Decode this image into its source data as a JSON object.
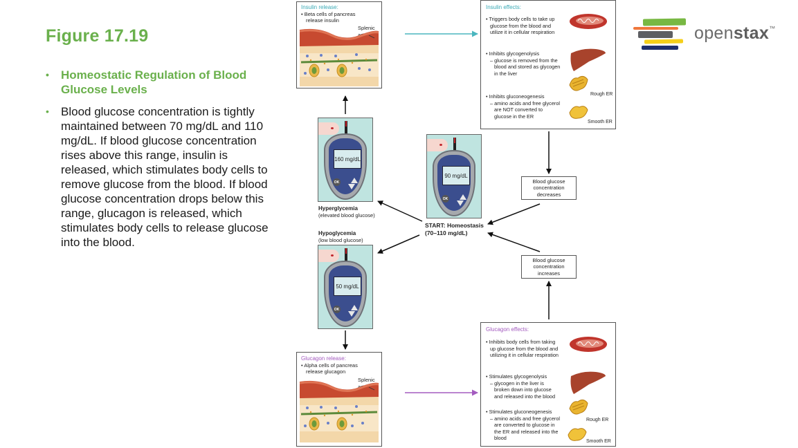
{
  "slide": {
    "title": "Figure 17.19",
    "bullets": [
      {
        "text": "Homeostatic Regulation of Blood Glucose Levels",
        "style": "heading"
      },
      {
        "text": "Blood glucose concentration is tightly maintained between 70 mg/dL and 110 mg/dL. If blood glucose concentration rises above this range, insulin is released, which stimulates body cells to remove glucose from the blood. If blood glucose concentration drops below this range, glucagon is released, which stimulates body cells to release glucose into the blood.",
        "style": "body"
      }
    ],
    "bullet_glyph": "•"
  },
  "logo": {
    "text_light": "open",
    "text_bold": "stax",
    "trademark": "™",
    "bar_colors": [
      "#78b843",
      "#f0773c",
      "#5e5f63",
      "#f5cf1a",
      "#1f2f6d"
    ]
  },
  "colors": {
    "accent_green": "#6ab04c",
    "insulin_cyan": "#3aa9b5",
    "glucagon_purple": "#a35bbf"
  },
  "diagram": {
    "insulin_release": {
      "title": "Insulin release:",
      "lines": [
        "• Beta cells of pancreas",
        "release insulin"
      ],
      "artery_label": "Splenic artery"
    },
    "insulin_effects": {
      "title": "Insulin effects:",
      "items": [
        {
          "lines": [
            "• Triggers body cells to take up",
            "glucose from the blood and",
            "utilize it in cellular respiration"
          ]
        },
        {
          "lines": [
            "• Inhibits glycogenolysis",
            "– glucose is removed from the",
            "blood and stored as glycogen",
            "in the liver"
          ]
        },
        {
          "lines": [
            "• Inhibits gluconeogenesis",
            "– amino acids and free glycerol",
            "are NOT converted to",
            "glucose in the ER"
          ]
        }
      ],
      "rough_er": "Rough ER",
      "smooth_er": "Smooth ER"
    },
    "glucagon_release": {
      "title": "Glucagon release:",
      "lines": [
        "• Alpha cells of pancreas",
        "release glucagon"
      ],
      "artery_label": "Splenic artery"
    },
    "glucagon_effects": {
      "title": "Glucagon effects:",
      "items": [
        {
          "lines": [
            "• Inhibits body cells from taking",
            "up glucose from the blood and",
            "utilizing it in cellular respiration"
          ]
        },
        {
          "lines": [
            "• Stimulates glycogenolysis",
            "– glycogen in the liver is",
            "broken down into glucose",
            "and released into the blood"
          ]
        },
        {
          "lines": [
            "• Stimulates gluconeogenesis",
            "– amino acids and free glycerol",
            "are converted to glucose in",
            "the ER and released into the",
            "blood"
          ]
        }
      ],
      "rough_er": "Rough ER",
      "smooth_er": "Smooth ER"
    },
    "meters": {
      "hyper": {
        "reading": "160 mg/dL",
        "title": "Hyperglycemia",
        "subtitle": "(elevated blood glucose)",
        "ok": "OK"
      },
      "homeo": {
        "reading": "90 mg/dL",
        "title": "START: Homeostasis",
        "subtitle": "(70–110 mg/dL)",
        "ok": "OK"
      },
      "hypo": {
        "reading": "50 mg/dL",
        "title": "Hypoglycemia",
        "subtitle": "(low blood glucose)",
        "ok": "OK"
      }
    },
    "status": {
      "decreases": [
        "Blood glucose",
        "concentration",
        "decreases"
      ],
      "increases": [
        "Blood glucose",
        "concentration",
        "increases"
      ]
    }
  }
}
